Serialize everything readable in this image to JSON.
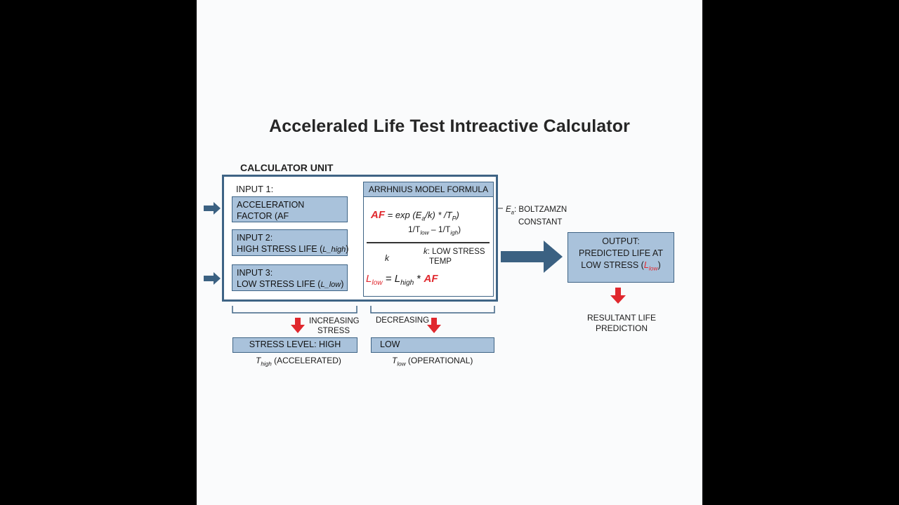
{
  "title": "Acceleraled Life Test Intreactive Calculator",
  "calculator_unit": {
    "label": "CALCULATOR UNIT",
    "input1": {
      "label": "INPUT 1:",
      "line1": "ACCELERATION",
      "line2": "FACTOR (AF"
    },
    "input2": {
      "label": "INPUT 2:",
      "line2_prefix": "HIGH STRESS LIFE (",
      "symbol": "L_high",
      "suffix": ")"
    },
    "input3": {
      "label": "INPUT 3:",
      "line2_prefix": "LOW STRESS LIFE (",
      "symbol": "L_low",
      "suffix": ")"
    }
  },
  "formula": {
    "title": "ARRHNIUS MODEL FORMULA",
    "af_lhs": "AF",
    "af_rhs_a": "= exp (E",
    "af_rhs_a_sub": "a",
    "af_rhs_b": "/k) * /T",
    "af_rhs_b_sub": "P",
    "af_rhs_c": ")",
    "denom_a": "1/T",
    "denom_a_sub": "low",
    "denom_b": " – 1/T",
    "denom_b_sub": "igh",
    "denom_c": ")",
    "k_label": "k",
    "k_desc_sym": "k",
    "k_desc_line1": ": LOW STRESS",
    "k_desc_line2": "TEMP",
    "llow_lhs": "L",
    "llow_lhs_sub": "low",
    "llow_mid": " = L",
    "llow_mid_sub": "high",
    "llow_op": " * ",
    "llow_rhs": "AF"
  },
  "ea_note": {
    "sym": "E",
    "sub": "a",
    "line1": ": BOLTZAMZN",
    "line2": "CONSTANT"
  },
  "output": {
    "line1": "OUTPUT:",
    "line2": "PREDICTED LIFE AT",
    "line3_prefix": "LOW STRESS (",
    "symbol": "L",
    "symbol_sub": "low",
    "suffix": ")"
  },
  "resultant": {
    "line1": "RESULTANT LIFE",
    "line2": "PREDICTION"
  },
  "increasing": {
    "line1": "INCREASING",
    "line2": "STRESS"
  },
  "decreasing": "DECREASING",
  "stress_high": "STRESS LEVEL: HIGH",
  "stress_low": "LOW",
  "thigh_note": {
    "sym": "T",
    "sub": "high",
    "text": " (ACCELERATED)"
  },
  "tlow_note": {
    "sym": "T",
    "sub": "low",
    "text": " (OPERATIONAL)"
  },
  "colors": {
    "box_fill": "#a9c2db",
    "box_border": "#3f6485",
    "arrow_blue": "#3b6182",
    "arrow_red": "#e0282e"
  }
}
